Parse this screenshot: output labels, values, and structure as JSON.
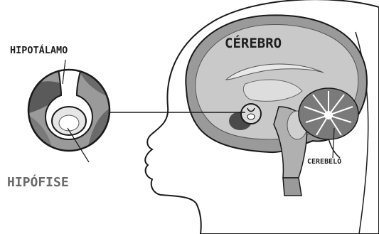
{
  "diagram": {
    "labels": {
      "cerebro": "CÉREBRO",
      "hipotalamo": "HIPOTÁLAMO",
      "hipofise": "HIPÓFISE",
      "cerebelo": "CEREBELO"
    },
    "colors": {
      "outline": "#1a1a1a",
      "skin": "#ffffff",
      "brain_outer": "#9a9a9a",
      "brain_inner": "#c9c9c9",
      "brain_light": "#e2e2e2",
      "dark_region": "#4a4a4a"
    }
  }
}
